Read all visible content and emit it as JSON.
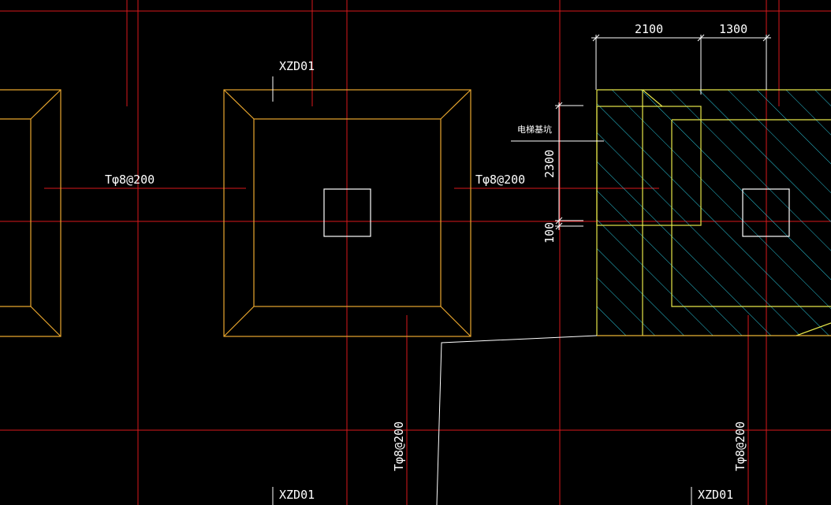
{
  "colors": {
    "background": "#000000",
    "axis": "#d8191c",
    "footing": "#e8a62e",
    "column": "#ffffff",
    "hatch": "#29c5d9",
    "pit_outline": "#e7e74a",
    "dimension": "#ffffff",
    "rebar": "#d8191c"
  },
  "labels": {
    "footing_top": "XZD01",
    "footing_bottom_mid": "XZD01",
    "footing_bottom_right": "XZD01",
    "rebar_left": "Tφ8@200",
    "rebar_right": "Tφ8@200",
    "rebar_vertical_mid": "Tφ8@200",
    "rebar_vertical_right": "Tφ8@200",
    "elevator_pit": "电梯基坑"
  },
  "dimensions": {
    "top_left": "2100",
    "top_right": "1300",
    "side_main": "2300",
    "side_small": "100"
  }
}
